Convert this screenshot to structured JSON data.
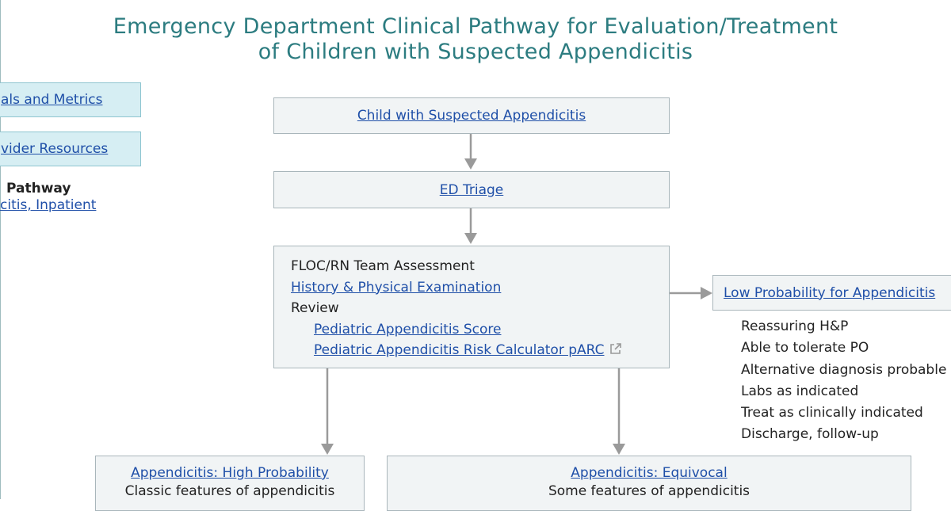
{
  "title": {
    "line1": "Emergency Department Clinical Pathway for Evaluation/Treatment",
    "line2": "of Children with Suspected Appendicitis"
  },
  "sidebar": {
    "goals_label": "als and Metrics",
    "resources_label": "vider Resources",
    "related_heading": "Pathway",
    "related_link": "citis, Inpatient"
  },
  "flow": {
    "start": "Child with Suspected Appendicitis",
    "triage": "ED Triage",
    "assessment": {
      "heading": "FLOC/RN Team Assessment",
      "history_link": "History & Physical Examination",
      "review": "Review",
      "score_link": "Pediatric Appendicitis Score",
      "calculator_link": "Pediatric Appendicitis Risk Calculator pARC",
      "external_icon": "external-link-icon"
    },
    "low": {
      "label": "Low Probability for Appendicitis",
      "items": [
        "Reassuring H&P",
        "Able to tolerate PO",
        "Alternative diagnosis probable",
        "Labs as indicated",
        "Treat as clinically indicated",
        "Discharge, follow-up"
      ]
    },
    "high": {
      "label": "Appendicitis: High Probability",
      "desc": "Classic features of appendicitis"
    },
    "equivocal": {
      "label": "Appendicitis: Equivocal",
      "desc": "Some features of appendicitis"
    }
  },
  "colors": {
    "title": "#2c7c80",
    "link": "#1f4fa8",
    "box_fill": "#f1f4f5",
    "sidebar_fill": "#d6eef3",
    "arrow": "#9a9a9a"
  }
}
